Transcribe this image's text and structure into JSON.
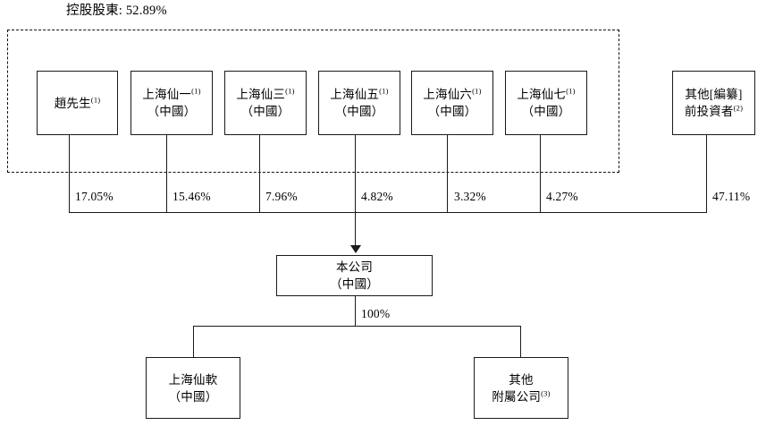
{
  "diagram": {
    "title_label": "控股股東: 52.89%",
    "shareholders": [
      {
        "name": "趙先生",
        "note": "(1)",
        "jurisdiction": "",
        "pct": "17.05%"
      },
      {
        "name": "上海仙一",
        "note": "(1)",
        "jurisdiction": "（中國）",
        "pct": "15.46%"
      },
      {
        "name": "上海仙三",
        "note": "(1)",
        "jurisdiction": "（中國）",
        "pct": "7.96%"
      },
      {
        "name": "上海仙五",
        "note": "(1)",
        "jurisdiction": "（中國）",
        "pct": "4.82%"
      },
      {
        "name": "上海仙六",
        "note": "(1)",
        "jurisdiction": "（中國）",
        "pct": "3.32%"
      },
      {
        "name": "上海仙七",
        "note": "(1)",
        "jurisdiction": "（中國）",
        "pct": "4.27%"
      }
    ],
    "other_investor": {
      "line1": "其他[編纂]",
      "line2": "前投資者",
      "note": "(2)",
      "pct": "47.11%"
    },
    "company": {
      "name": "本公司",
      "jurisdiction": "（中國）",
      "ownership_pct": "100%"
    },
    "subsidiaries": [
      {
        "line1": "上海仙軟",
        "line2": "（中國）",
        "note": ""
      },
      {
        "line1": "其他",
        "line2": "附屬公司",
        "note": "(3)"
      }
    ]
  }
}
